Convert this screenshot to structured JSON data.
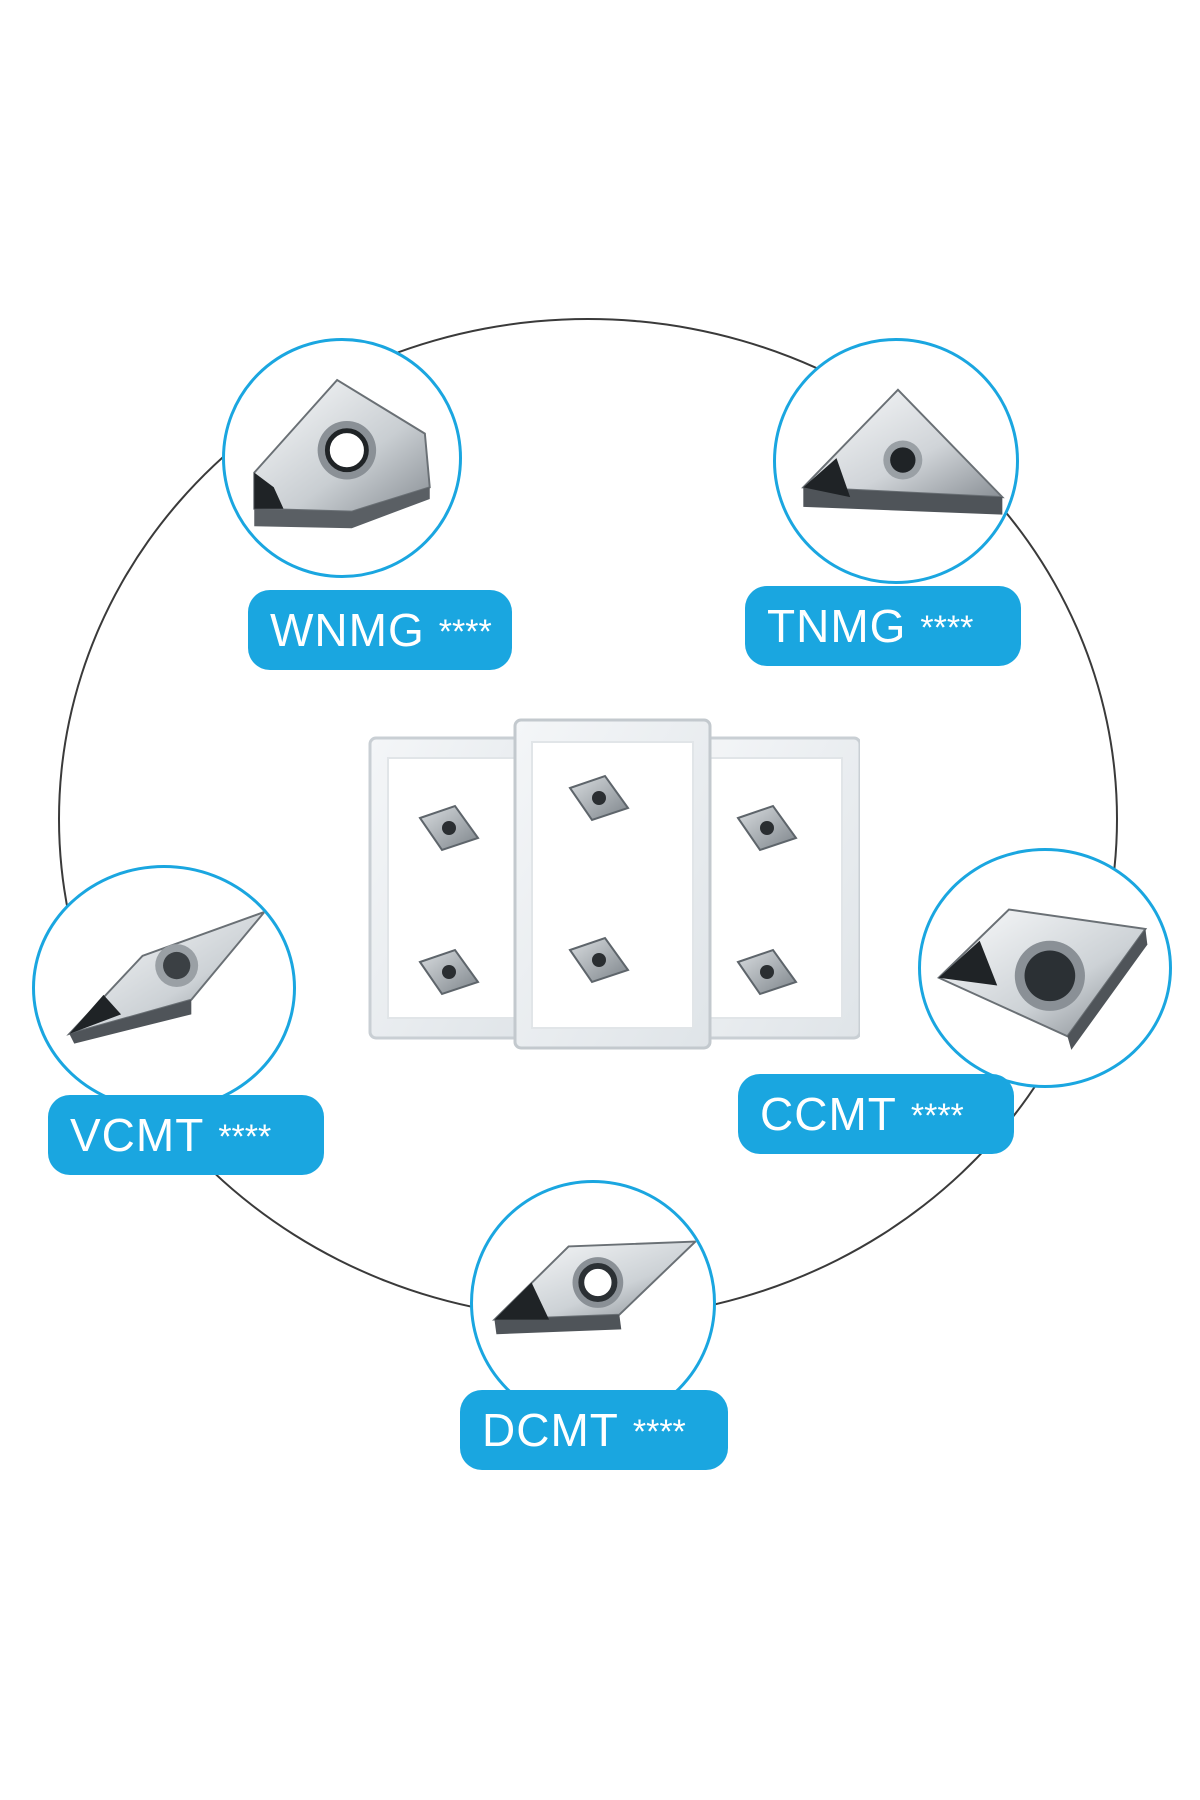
{
  "colors": {
    "accent": "#1aa6e0",
    "ring": "#3a3a3a",
    "label_text": "#ffffff"
  },
  "inserts": [
    {
      "code": "WNMG",
      "stars": "****",
      "shape": "trigon-insert-icon"
    },
    {
      "code": "TNMG",
      "stars": "****",
      "shape": "triangle-insert-icon"
    },
    {
      "code": "VCMT",
      "stars": "****",
      "shape": "v-diamond-insert-icon"
    },
    {
      "code": "CCMT",
      "stars": "****",
      "shape": "c-rhombus-insert-icon"
    },
    {
      "code": "DCMT",
      "stars": "****",
      "shape": "d-diamond-insert-icon"
    }
  ],
  "center_image": "insert-boxes-icon"
}
